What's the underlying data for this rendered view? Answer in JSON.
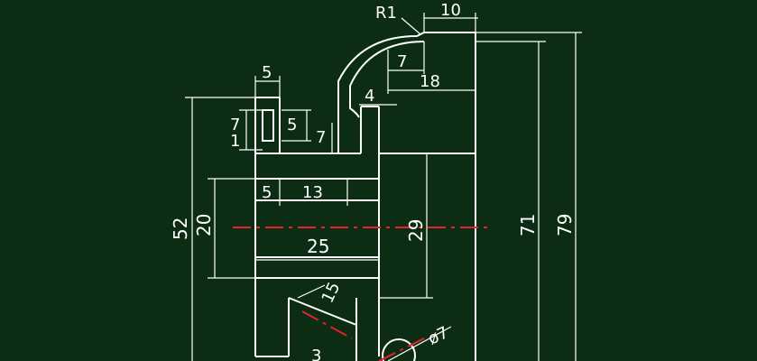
{
  "drawing": {
    "background": "#0c2d13",
    "outline_color": "#ffffff",
    "centerline_color": "#e0242a",
    "labels": {
      "r1": "R1",
      "d10": "10",
      "d7_top": "7",
      "d18": "18",
      "d4": "4",
      "d5_top": "5",
      "d7_left": "7",
      "d1": "1",
      "d5_small": "5",
      "d7_right": "7",
      "d5_mid": "5",
      "d13": "13",
      "d52": "52",
      "d20": "20",
      "d25": "25",
      "d29": "29",
      "d71": "71",
      "d79": "79",
      "d15": "15",
      "phi7": "ø7",
      "d3_bottom": "3"
    }
  }
}
